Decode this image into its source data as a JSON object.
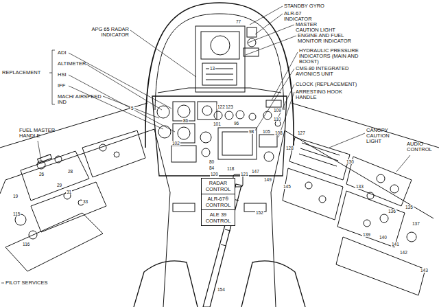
{
  "diagram": {
    "nodes": [
      {
        "text": [
          "RADAR CONTROL"
        ]
      },
      {
        "text": [
          "ALR-67® CONTROL"
        ]
      },
      {
        "text": [
          "ALE 39 CONTROL"
        ]
      }
    ],
    "labels": [
      "STANDBY GYRO",
      "ALR-67 INDICATOR",
      "MASTER CAUTION LIGHT",
      "ENGINE AND FUEL MONITOR INDICATOR",
      "HYDRAULIC PRESSURE INDICATORS (MAIN AND BOOST)",
      "CMS-80 INTEGRATED AVIONICS UNIT",
      "CLOCK (REPLACEMENT)",
      "ARRESTING HOOK HANDLE",
      "CANOPY CAUTION LIGHT",
      "AUDIO CONTROL",
      "APG 65 RADAR INDICATOR",
      "ADI",
      "ALTIMETER",
      "HSI",
      "IFF",
      "MACH/ AIRSPEED IND",
      "REPLACEMENT",
      "FUEL MASTER HANDLE",
      "PILOT SERVICES",
      "120",
      "77",
      "13",
      "122",
      "123",
      "109",
      "110",
      "101",
      "96",
      "105",
      "98",
      "108",
      "86",
      "102",
      "80",
      "84",
      "118",
      "121",
      "147",
      "149",
      "152",
      "154",
      "127",
      "128",
      "130",
      "133",
      "135",
      "136",
      "137",
      "139",
      "140",
      "141",
      "142",
      "143",
      "145",
      "115",
      "116",
      "19",
      "26",
      "28",
      "29",
      "31",
      "33",
      "5"
    ]
  }
}
